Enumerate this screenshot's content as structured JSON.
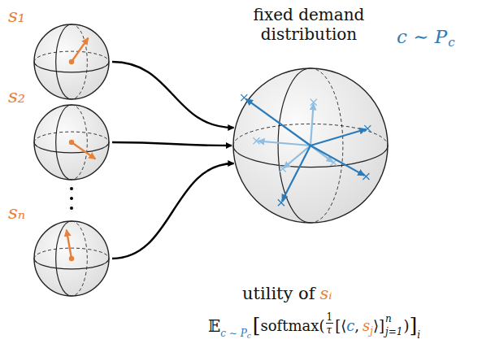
{
  "diagram": {
    "nodes": [
      {
        "text": [
          "s₁"
        ]
      },
      {
        "text": [
          "s₂"
        ]
      },
      {
        "text": [
          "sₙ"
        ]
      },
      {
        "text": [
          "fixed demand distribution",
          "c ∼ P",
          "c"
        ]
      }
    ],
    "edges": [
      {
        "from": 0,
        "to": 3,
        "arrow": "to"
      },
      {
        "from": 1,
        "to": 3,
        "arrow": "to"
      },
      {
        "from": 2,
        "to": 3,
        "arrow": "to"
      }
    ],
    "labels": [
      "utility of",
      "sᵢ",
      "𝔼",
      "c ∼ P",
      "c",
      "[",
      "softmax(",
      "1",
      "τ",
      "[⟨",
      "c",
      ",",
      "s",
      "j",
      "⟩]",
      "n",
      "j=1",
      ")",
      "]",
      "i"
    ]
  }
}
